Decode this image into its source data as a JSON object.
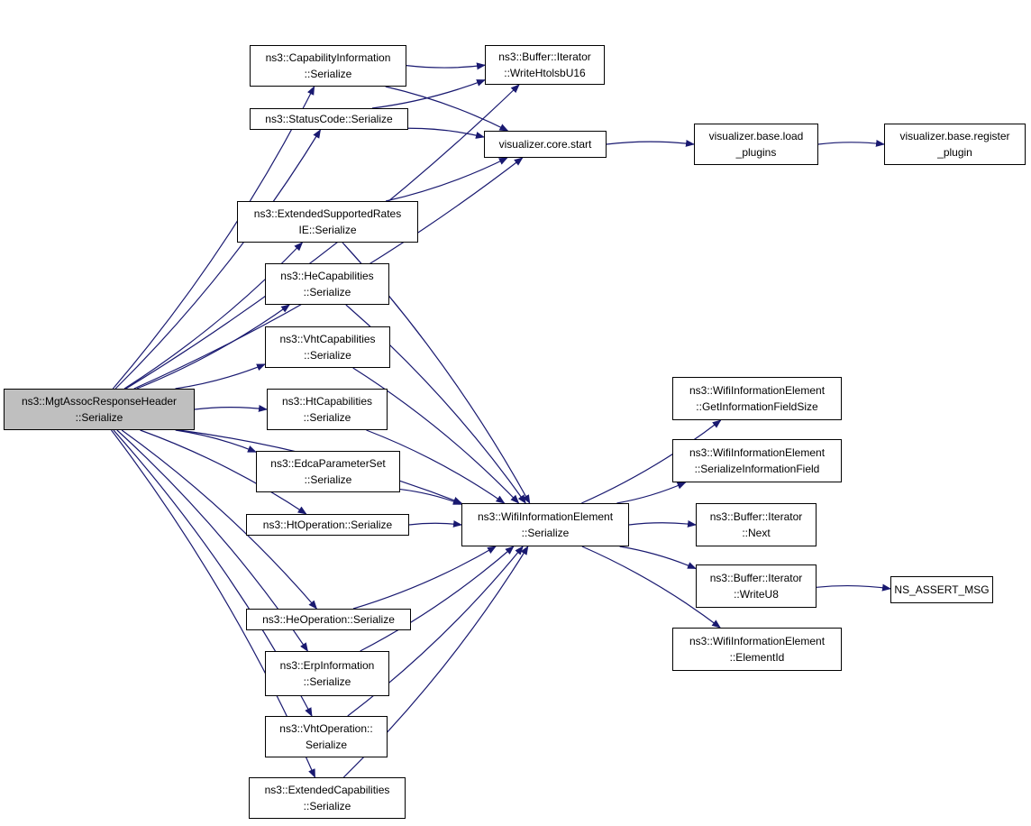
{
  "nodes": [
    {
      "id": "root",
      "lines": [
        "ns3::MgtAssocResponseHeader",
        "::Serialize"
      ],
      "root": true
    },
    {
      "id": "capinfo",
      "lines": [
        "ns3::CapabilityInformation",
        "::Serialize"
      ]
    },
    {
      "id": "status",
      "lines": [
        "ns3::StatusCode::Serialize"
      ]
    },
    {
      "id": "extrates",
      "lines": [
        "ns3::ExtendedSupportedRates",
        "IE::Serialize"
      ]
    },
    {
      "id": "hecap",
      "lines": [
        "ns3::HeCapabilities",
        "::Serialize"
      ]
    },
    {
      "id": "vhtcap",
      "lines": [
        "ns3::VhtCapabilities",
        "::Serialize"
      ]
    },
    {
      "id": "htcap",
      "lines": [
        "ns3::HtCapabilities",
        "::Serialize"
      ]
    },
    {
      "id": "edca",
      "lines": [
        "ns3::EdcaParameterSet",
        "::Serialize"
      ]
    },
    {
      "id": "htop",
      "lines": [
        "ns3::HtOperation::Serialize"
      ]
    },
    {
      "id": "heop",
      "lines": [
        "ns3::HeOperation::Serialize"
      ]
    },
    {
      "id": "erp",
      "lines": [
        "ns3::ErpInformation",
        "::Serialize"
      ]
    },
    {
      "id": "vhtop",
      "lines": [
        "ns3::VhtOperation::",
        "Serialize"
      ]
    },
    {
      "id": "extcap",
      "lines": [
        "ns3::ExtendedCapabilities",
        "::Serialize"
      ]
    },
    {
      "id": "writehtolsb",
      "lines": [
        "ns3::Buffer::Iterator",
        "::WriteHtolsbU16"
      ]
    },
    {
      "id": "vizstart",
      "lines": [
        "visualizer.core.start"
      ]
    },
    {
      "id": "vizload",
      "lines": [
        "visualizer.base.load",
        "_plugins"
      ]
    },
    {
      "id": "vizreg",
      "lines": [
        "visualizer.base.register",
        "_plugin"
      ]
    },
    {
      "id": "wifiser",
      "lines": [
        "ns3::WifiInformationElement",
        "::Serialize"
      ]
    },
    {
      "id": "getinfo",
      "lines": [
        "ns3::WifiInformationElement",
        "::GetInformationFieldSize"
      ]
    },
    {
      "id": "serinfo",
      "lines": [
        "ns3::WifiInformationElement",
        "::SerializeInformationField"
      ]
    },
    {
      "id": "next",
      "lines": [
        "ns3::Buffer::Iterator",
        "::Next"
      ]
    },
    {
      "id": "writeu8",
      "lines": [
        "ns3::Buffer::Iterator",
        "::WriteU8"
      ]
    },
    {
      "id": "elemid",
      "lines": [
        "ns3::WifiInformationElement",
        "::ElementId"
      ]
    },
    {
      "id": "nsassert",
      "lines": [
        "NS_ASSERT_MSG"
      ]
    }
  ],
  "edges": [
    [
      "root",
      "capinfo"
    ],
    [
      "root",
      "status"
    ],
    [
      "root",
      "extrates"
    ],
    [
      "root",
      "hecap"
    ],
    [
      "root",
      "vhtcap"
    ],
    [
      "root",
      "htcap"
    ],
    [
      "root",
      "edca"
    ],
    [
      "root",
      "htop"
    ],
    [
      "root",
      "heop"
    ],
    [
      "root",
      "erp"
    ],
    [
      "root",
      "vhtop"
    ],
    [
      "root",
      "extcap"
    ],
    [
      "root",
      "writehtolsb"
    ],
    [
      "root",
      "vizstart"
    ],
    [
      "root",
      "wifiser"
    ],
    [
      "capinfo",
      "writehtolsb"
    ],
    [
      "capinfo",
      "vizstart"
    ],
    [
      "status",
      "writehtolsb"
    ],
    [
      "status",
      "vizstart"
    ],
    [
      "extrates",
      "vizstart"
    ],
    [
      "extrates",
      "wifiser"
    ],
    [
      "hecap",
      "wifiser"
    ],
    [
      "vhtcap",
      "wifiser"
    ],
    [
      "htcap",
      "wifiser"
    ],
    [
      "edca",
      "wifiser"
    ],
    [
      "htop",
      "wifiser"
    ],
    [
      "heop",
      "wifiser"
    ],
    [
      "erp",
      "wifiser"
    ],
    [
      "vhtop",
      "wifiser"
    ],
    [
      "extcap",
      "wifiser"
    ],
    [
      "vizstart",
      "vizload"
    ],
    [
      "vizload",
      "vizreg"
    ],
    [
      "wifiser",
      "getinfo"
    ],
    [
      "wifiser",
      "serinfo"
    ],
    [
      "wifiser",
      "next"
    ],
    [
      "wifiser",
      "writeu8"
    ],
    [
      "wifiser",
      "elemid"
    ],
    [
      "writeu8",
      "nsassert"
    ]
  ],
  "colors": {
    "edge": "#191970",
    "root_fill": "#bfbfbf",
    "node_border": "#000000"
  }
}
